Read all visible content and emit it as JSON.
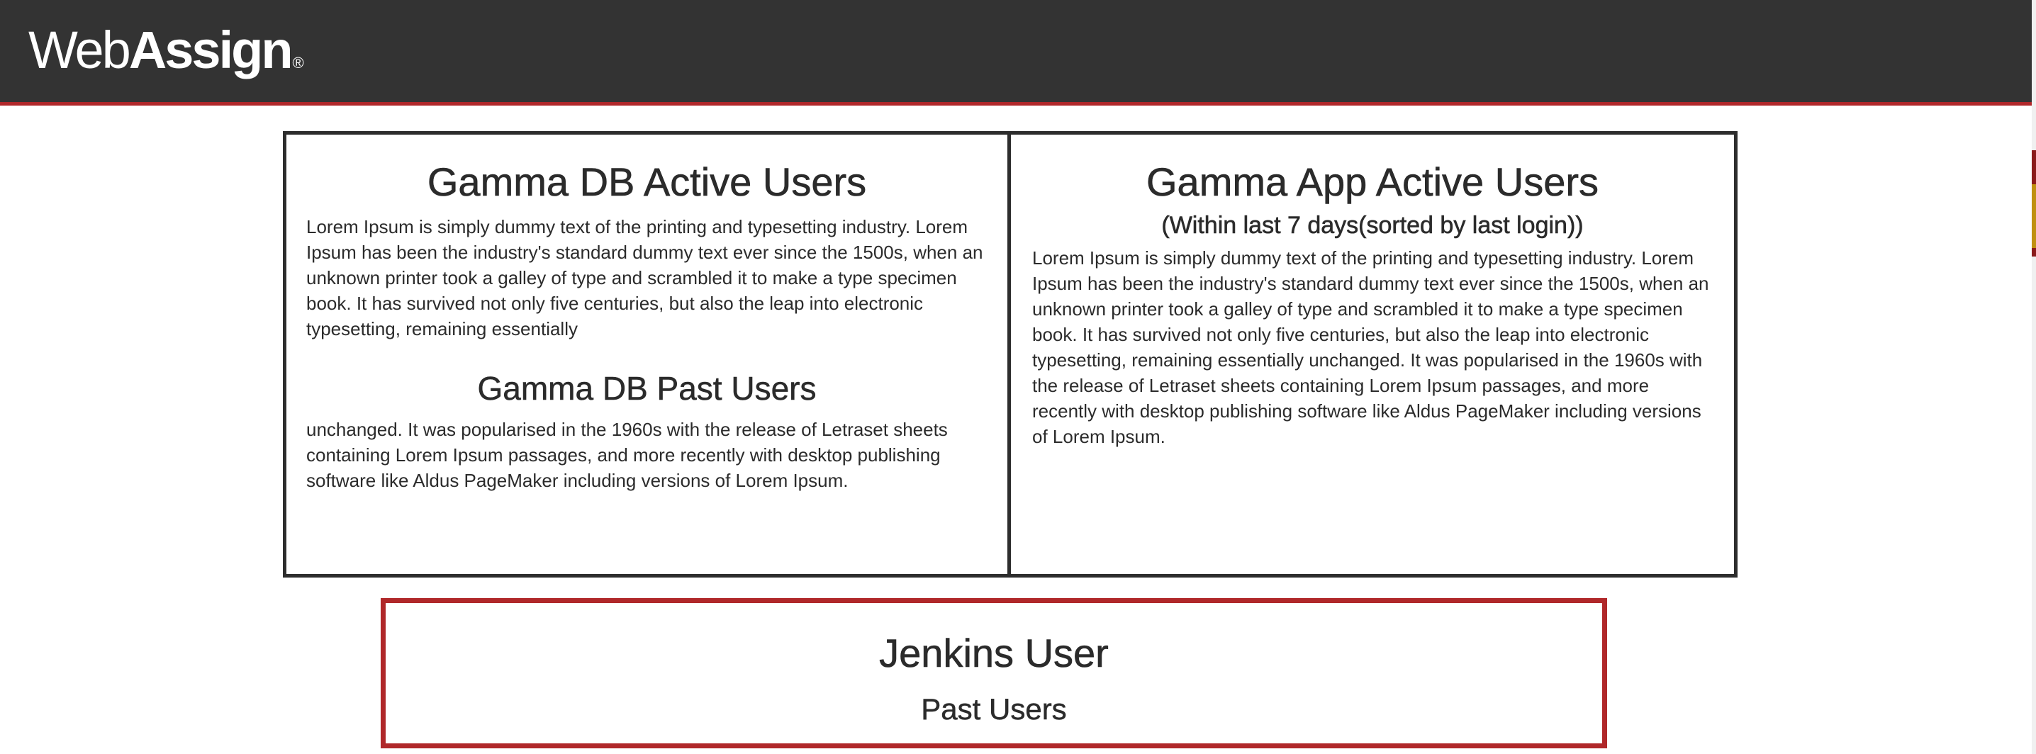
{
  "header": {
    "logo_text_light": "Web",
    "logo_text_bold": "Assign",
    "logo_registered": "®",
    "background_color": "#333333",
    "accent_color": "#b0282a"
  },
  "panels": {
    "db": {
      "title": "Gamma DB Active Users",
      "active_text": "Lorem Ipsum is simply dummy text of the printing and typesetting industry. Lorem Ipsum has been the industry's standard dummy text ever since the 1500s, when an unknown printer took a galley of type and scrambled it to make a type specimen book. It has survived not only five centuries, but also the leap into electronic typesetting, remaining essentially",
      "past_title": "Gamma DB Past Users",
      "past_text": "unchanged. It was popularised in the 1960s with the release of Letraset sheets containing Lorem Ipsum passages, and more recently with desktop publishing software like Aldus PageMaker including versions of Lorem Ipsum."
    },
    "app": {
      "title": "Gamma App Active Users",
      "subtitle": "(Within last 7 days(sorted by last login))",
      "text": "Lorem Ipsum is simply dummy text of the printing and typesetting industry. Lorem Ipsum has been the industry's standard dummy text ever since the 1500s, when an unknown printer took a galley of type and scrambled it to make a type specimen book. It has survived not only five centuries, but also the leap into electronic typesetting, remaining essentially unchanged. It was popularised in the 1960s with the release of Letraset sheets containing Lorem Ipsum passages, and more recently with desktop publishing software like Aldus PageMaker including versions of Lorem Ipsum."
    }
  },
  "jenkins": {
    "title": "Jenkins User",
    "subtitle": "Past Users",
    "border_color": "#b0282a"
  }
}
